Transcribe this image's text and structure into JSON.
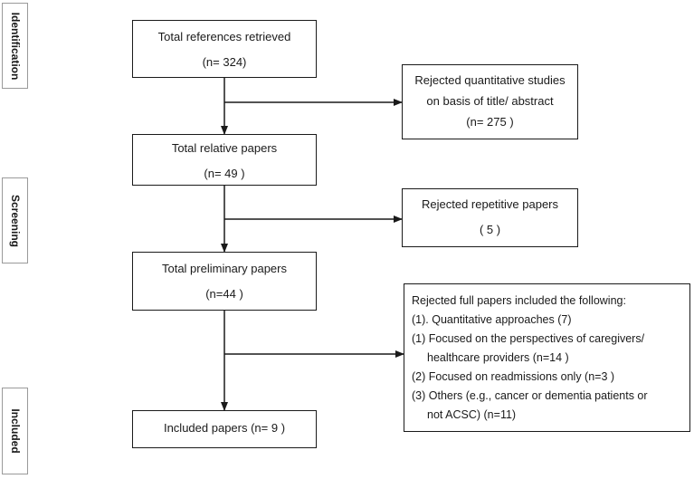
{
  "phases": {
    "identification": "Identification",
    "screening": "Screening",
    "included": "Included"
  },
  "boxes": {
    "total_retrieved": {
      "line1": "Total references retrieved",
      "line2": "(n= 324)"
    },
    "rejected_quant": {
      "line1": "Rejected quantitative studies",
      "line2": "on basis of title/ abstract",
      "line3": "(n= 275 )"
    },
    "total_relative": {
      "line1": "Total relative papers",
      "line2": "(n= 49 )"
    },
    "rejected_repetitive": {
      "line1": "Rejected repetitive papers",
      "line2": "( 5 )"
    },
    "total_preliminary": {
      "line1": "Total preliminary papers",
      "line2": "(n=44 )"
    },
    "rejected_full": {
      "header": "Rejected full papers included the following:",
      "item1": "(1). Quantitative approaches (7)",
      "item2a": "(1)  Focused on the perspectives of caregivers/",
      "item2b": "healthcare providers (n=14 )",
      "item3": "(2)  Focused on readmissions only (n=3 )",
      "item4a": "(3)  Others (e.g., cancer or dementia patients or",
      "item4b": "not ACSC) (n=11)"
    },
    "included": {
      "line1": "Included papers (n= 9 )"
    }
  }
}
